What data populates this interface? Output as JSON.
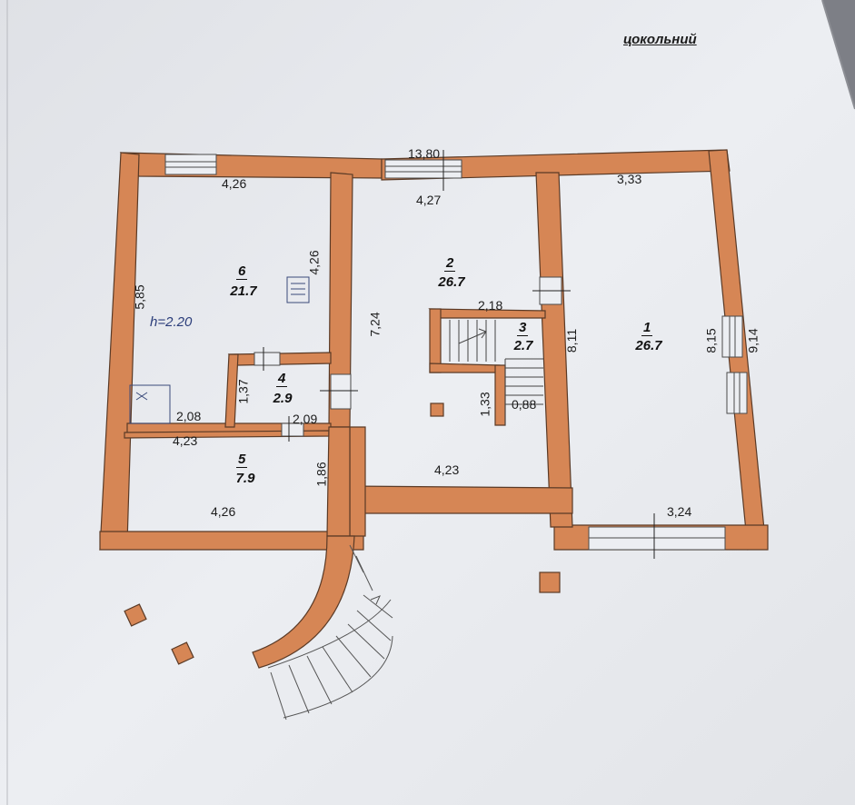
{
  "floor_title": "цокольний",
  "overall_width": "13,80",
  "rooms": [
    {
      "id": "1",
      "number": "1",
      "area": "26.7"
    },
    {
      "id": "2",
      "number": "2",
      "area": "26.7"
    },
    {
      "id": "3",
      "number": "3",
      "area": "2.7"
    },
    {
      "id": "4",
      "number": "4",
      "area": "2.9"
    },
    {
      "id": "5",
      "number": "5",
      "area": "7.9"
    },
    {
      "id": "6",
      "number": "6",
      "area": "21.7"
    }
  ],
  "ceiling_height": "h=2.20",
  "dimensions": {
    "r6_top": "4,26",
    "r6_right": "4,26",
    "r6_left": "5,85",
    "r6_bottom": "2,08",
    "r2_top": "4,27",
    "r2_left": "7,24",
    "r2_bottom": "4,23",
    "stair_top": "2,18",
    "stair_left": "1,33",
    "stair_bottom": "0,88",
    "r3_right": "8,11",
    "r1_top": "3,33",
    "r1_left": "8,15",
    "r1_right": "9,14",
    "r1_bottom": "3,24",
    "r4_left": "1,37",
    "r4_bottom": "2,09",
    "r5_top": "4,23",
    "r5_bottom": "4,26",
    "r5_right": "1,86"
  },
  "colors": {
    "wall": "#d68655",
    "wall_edge": "#5a3a26",
    "paper": "#e9ebf0",
    "ink": "#1c1c1c"
  }
}
